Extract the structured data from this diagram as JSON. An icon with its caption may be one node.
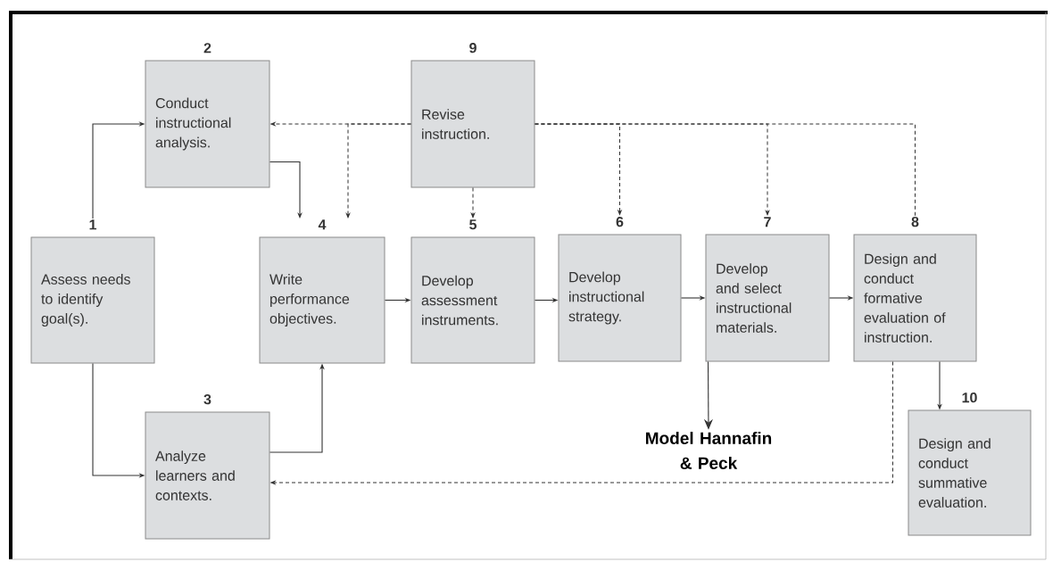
{
  "diagram": {
    "nodes": [
      {
        "text": [
          "Assess needs to identify goal(s)."
        ],
        "beside": [
          "1"
        ]
      },
      {
        "text": [
          "Conduct instructional analysis."
        ],
        "beside": [
          "2"
        ]
      },
      {
        "text": [
          "Analyze learners and contexts."
        ],
        "beside": [
          "3"
        ]
      },
      {
        "text": [
          "Write performance objectives."
        ],
        "beside": [
          "4"
        ]
      },
      {
        "text": [
          "Develop assessment instruments."
        ],
        "beside": [
          "5"
        ]
      },
      {
        "text": [
          "Develop instructional strategy."
        ],
        "beside": [
          "6"
        ]
      },
      {
        "text": [
          "Develop and select instructional materials."
        ],
        "beside": [
          "7"
        ]
      },
      {
        "text": [
          "Design and conduct formative evaluation of instruction."
        ],
        "beside": [
          "8"
        ]
      },
      {
        "text": [
          "Revise instruction."
        ],
        "beside": [
          "9"
        ]
      },
      {
        "text": [
          "Design and conduct summative evaluation."
        ],
        "beside": [
          "10"
        ]
      },
      {
        "text": [
          "Model Hannafin & Peck"
        ]
      }
    ],
    "edges": [
      {
        "from": 0,
        "to": 1,
        "arrow": "to"
      },
      {
        "from": 0,
        "to": 2,
        "arrow": "to"
      },
      {
        "from": 1,
        "to": 3,
        "arrow": "to"
      },
      {
        "from": 2,
        "to": 3,
        "arrow": "to"
      },
      {
        "from": 3,
        "to": 4,
        "arrow": "to"
      },
      {
        "from": 4,
        "to": 5,
        "arrow": "to"
      },
      {
        "from": 5,
        "to": 6,
        "arrow": "to"
      },
      {
        "from": 6,
        "to": 7,
        "arrow": "to"
      },
      {
        "from": 7,
        "to": 9,
        "arrow": "to"
      },
      {
        "from": 7,
        "to": 8,
        "arrow": "none",
        "style": "dashed"
      },
      {
        "from": 8,
        "to": 1,
        "arrow": "to",
        "style": "dashed"
      },
      {
        "from": 8,
        "to": 3,
        "arrow": "to",
        "style": "dashed"
      },
      {
        "from": 8,
        "to": 4,
        "arrow": "to",
        "style": "dashed"
      },
      {
        "from": 8,
        "to": 5,
        "arrow": "to",
        "style": "dashed"
      },
      {
        "from": 8,
        "to": 6,
        "arrow": "to",
        "style": "dashed"
      },
      {
        "from": 7,
        "to": 2,
        "arrow": "to",
        "style": "dashed"
      },
      {
        "from": 6,
        "to": 10,
        "arrow": "to"
      }
    ]
  }
}
